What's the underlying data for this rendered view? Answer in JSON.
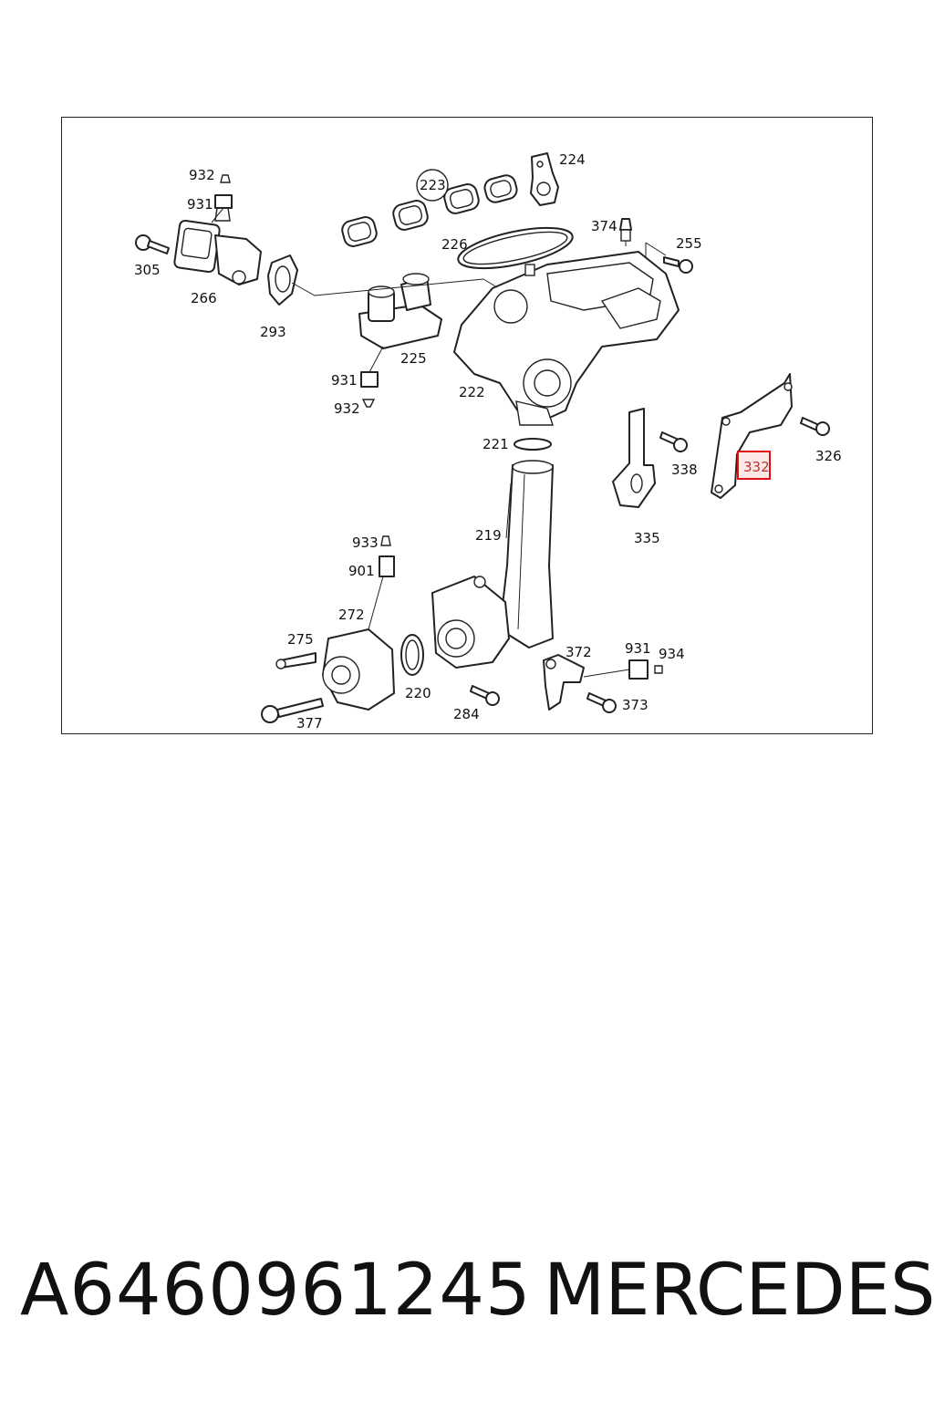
{
  "footer": {
    "part_number": "A6460961245",
    "brand": "MERCEDES"
  },
  "highlighted_part": "332",
  "callouts": {
    "c932a": "932",
    "c931a": "931",
    "c305": "305",
    "c266": "266",
    "c293": "293",
    "c223": "223",
    "c224": "224",
    "c226": "226",
    "c374": "374",
    "c255": "255",
    "c225": "225",
    "c931b": "931",
    "c932b": "932",
    "c222": "222",
    "c221": "221",
    "c338": "338",
    "c326": "326",
    "c335": "335",
    "c219": "219",
    "c933": "933",
    "c901": "901",
    "c272": "272",
    "c275": "275",
    "c220": "220",
    "c284": "284",
    "c377": "377",
    "c372": "372",
    "c931c": "931",
    "c934": "934",
    "c373": "373"
  },
  "colors": {
    "highlight_stroke": "#e01010",
    "highlight_fill": "#fde8e8",
    "line": "#222222"
  }
}
